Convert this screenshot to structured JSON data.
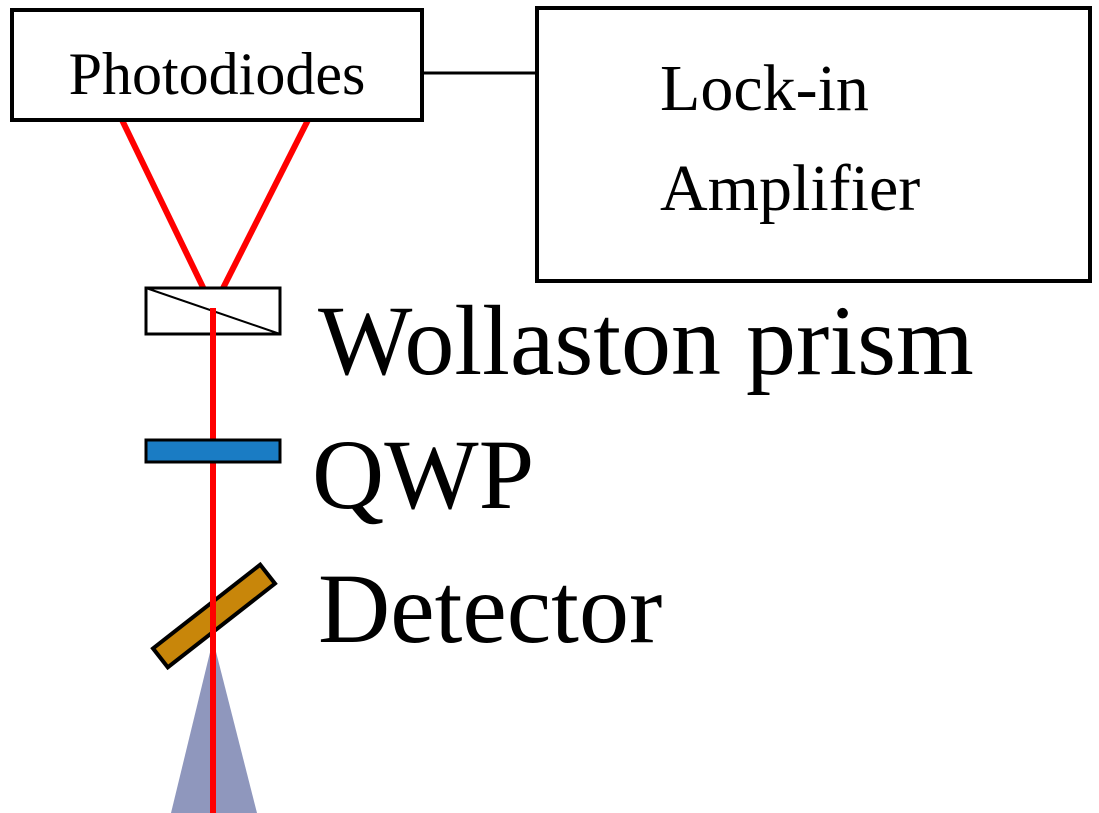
{
  "boxes": {
    "photodiodes": "Photodiodes",
    "lockin_line1": "Lock-in",
    "lockin_line2": "Amplifier"
  },
  "components": {
    "wollaston": "Wollaston prism",
    "qwp": "QWP",
    "detector": "Detector"
  },
  "colors": {
    "beam": "#ff0000",
    "qwp_fill": "#1a7cc4",
    "detector_fill": "#c8860a",
    "cone_fill": "#8f97bd",
    "outline": "#000000"
  }
}
